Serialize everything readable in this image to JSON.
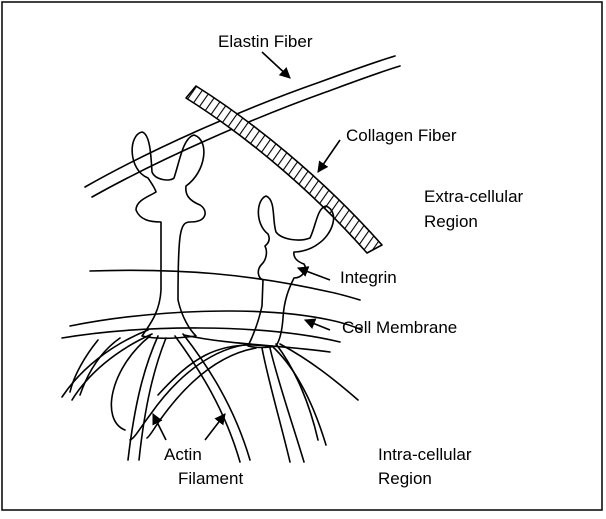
{
  "diagram": {
    "labels": {
      "elastin_fiber": "Elastin Fiber",
      "collagen_fiber": "Collagen Fiber",
      "extra_cellular_line1": "Extra-cellular",
      "extra_cellular_line2": "Region",
      "integrin": "Integrin",
      "cell_membrane": "Cell Membrane",
      "actin_line1": "Actin",
      "actin_line2": "Filament",
      "intra_cellular_line1": "Intra-cellular",
      "intra_cellular_line2": "Region"
    },
    "colors": {
      "stroke": "#000000",
      "background": "#ffffff"
    }
  }
}
